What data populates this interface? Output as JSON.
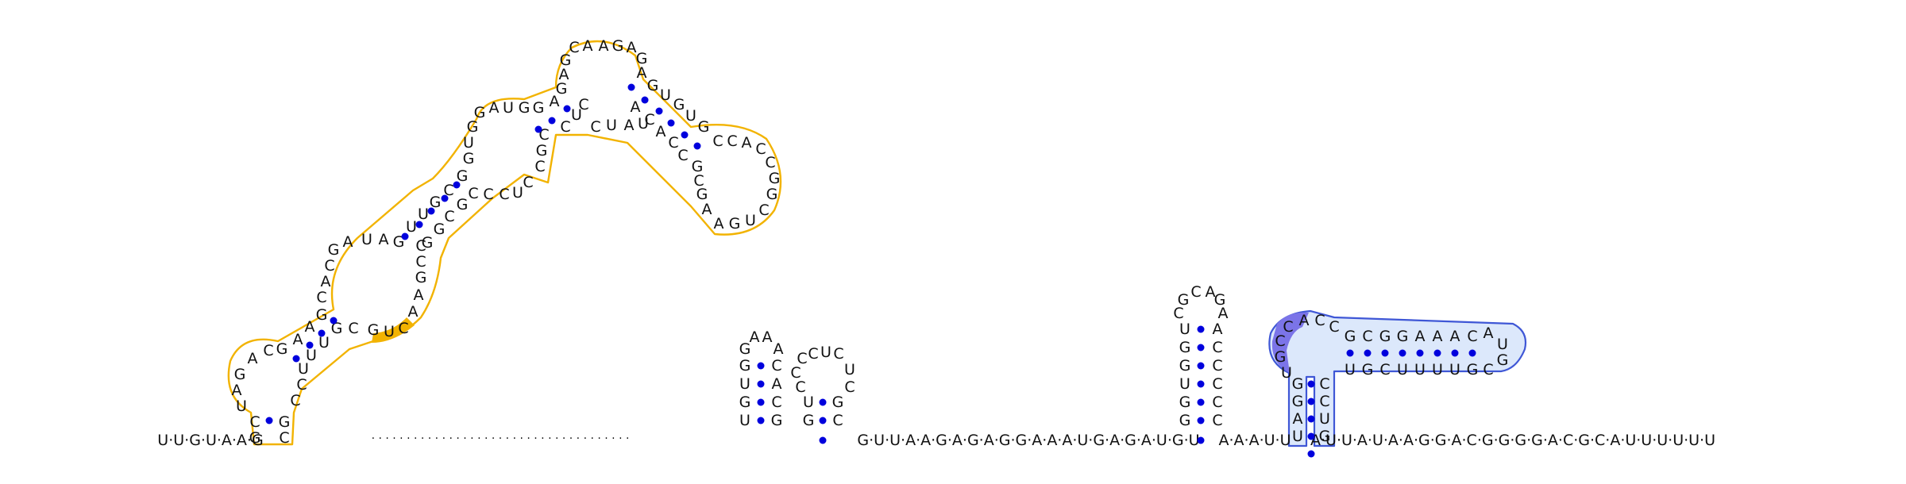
{
  "diagram": {
    "five_prime_tail": "U·U·G·U·A·A·G",
    "long_linker": "· · · · · · · · · · · · · · · · · · · · · · · · · · · · · · · · · · · · ·",
    "middle_segment": "G·U·U·A·A·G·A·G·A·G·G·A·A·A·U·G·A·G·A·U·G·U",
    "short_segment": "A·A·A·U·U",
    "three_prime_tail": "A·U·U·A·U·A·A·G·G·A·C·G·G·G·G·A·C·G·C·A·U·U·U·U·U·U",
    "highlight_colors": {
      "orange_outline": "#f2b300",
      "orange_fill": "#f2b300",
      "blue_fill": "#dce8fb",
      "blue_outline": "#3f57d6",
      "purple": "#7b74e8"
    },
    "base_pair_color": "#0000dd"
  }
}
